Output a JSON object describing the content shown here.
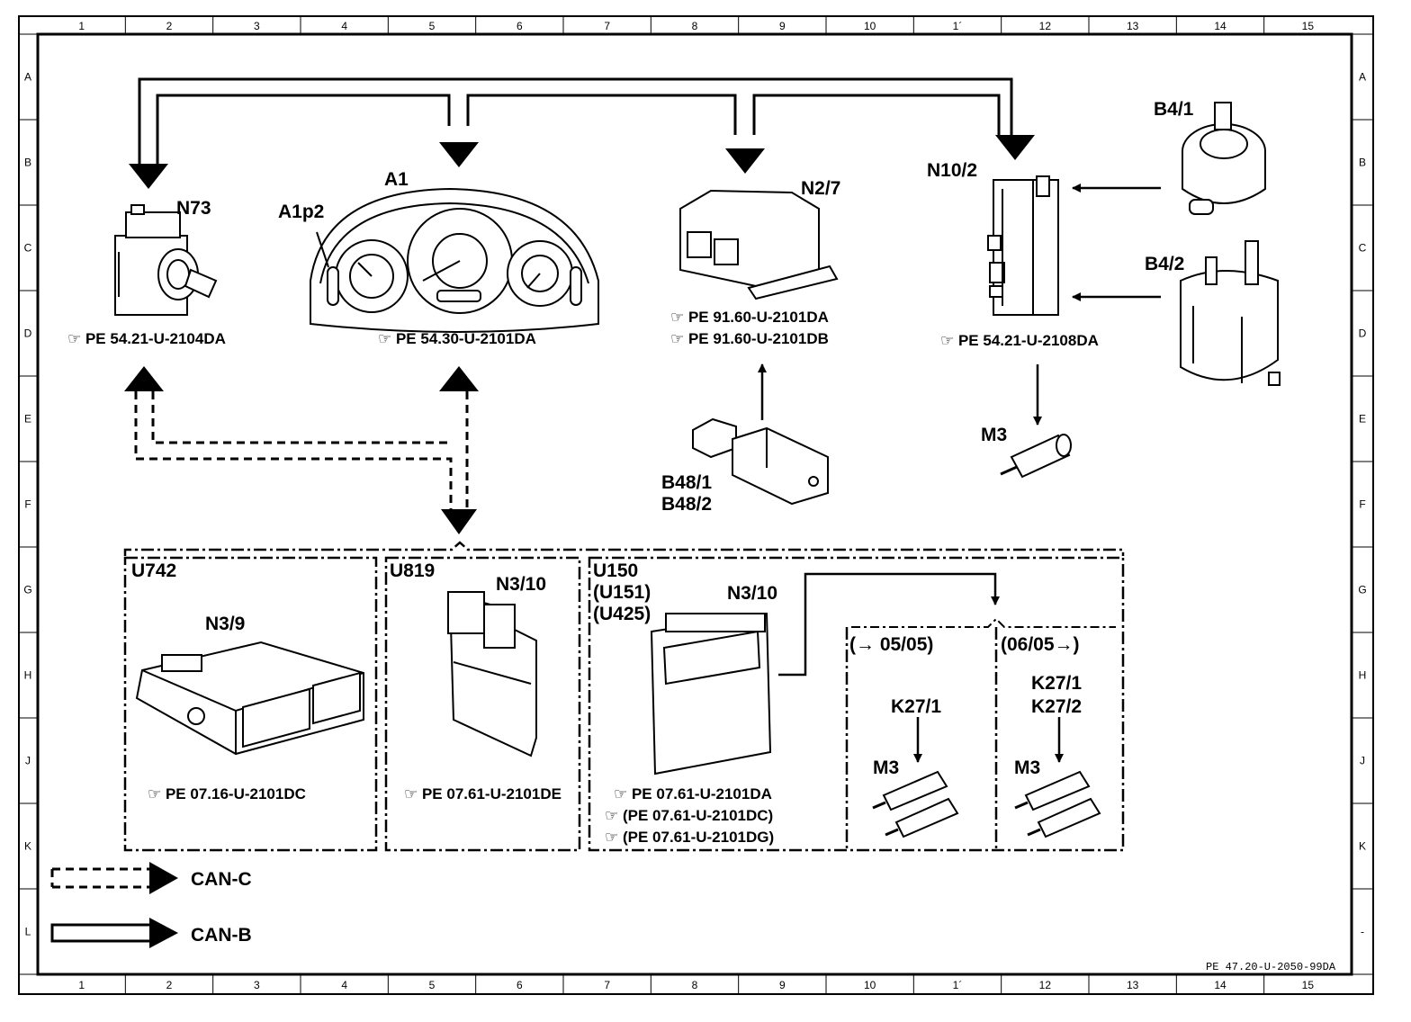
{
  "grid": {
    "columns": [
      "1",
      "2",
      "3",
      "4",
      "5",
      "6",
      "7",
      "8",
      "9",
      "10",
      "1´",
      "12",
      "13",
      "14",
      "15"
    ],
    "rows": [
      "A",
      "B",
      "C",
      "D",
      "E",
      "F",
      "G",
      "H",
      "J",
      "K",
      "L"
    ],
    "rows_right": [
      "A",
      "B",
      "C",
      "D",
      "E",
      "F",
      "G",
      "H",
      "J",
      "K",
      "-"
    ]
  },
  "components": {
    "n73": {
      "label": "N73",
      "ref": "PE 54.21-U-2104DA"
    },
    "a1": {
      "label": "A1",
      "sublabel": "A1p2",
      "ref": "PE 54.30-U-2101DA"
    },
    "n2_7": {
      "label": "N2/7",
      "ref1": "PE 91.60-U-2101DA",
      "ref2": "PE 91.60-U-2101DB"
    },
    "b48": {
      "label1": "B48/1",
      "label2": "B48/2"
    },
    "n10_2": {
      "label": "N10/2",
      "ref": "PE 54.21-U-2108DA"
    },
    "b4_1": {
      "label": "B4/1"
    },
    "b4_2": {
      "label": "B4/2"
    },
    "m3_top": {
      "label": "M3"
    }
  },
  "engine_options": {
    "u742": {
      "code": "U742",
      "label": "N3/9",
      "ref": "PE 07.16-U-2101DC"
    },
    "u819": {
      "code": "U819",
      "label": "N3/10",
      "ref": "PE 07.61-U-2101DE"
    },
    "u150": {
      "code1": "U150",
      "code2": "(U151)",
      "code3": "(U425)",
      "label": "N3/10",
      "ref1": "PE 07.61-U-2101DA",
      "ref2": "(PE 07.61-U-2101DC)",
      "ref3": "(PE 07.61-U-2101DG)"
    },
    "early": {
      "period": "(→ 05/05)",
      "relay": "K27/1",
      "motor": "M3"
    },
    "late": {
      "period": "(06/05→)",
      "relay1": "K27/1",
      "relay2": "K27/2",
      "motor": "M3"
    }
  },
  "legend": {
    "can_c": "CAN-C",
    "can_b": "CAN-B"
  },
  "doc_id": "PE 47.20-U-2050-99DA"
}
